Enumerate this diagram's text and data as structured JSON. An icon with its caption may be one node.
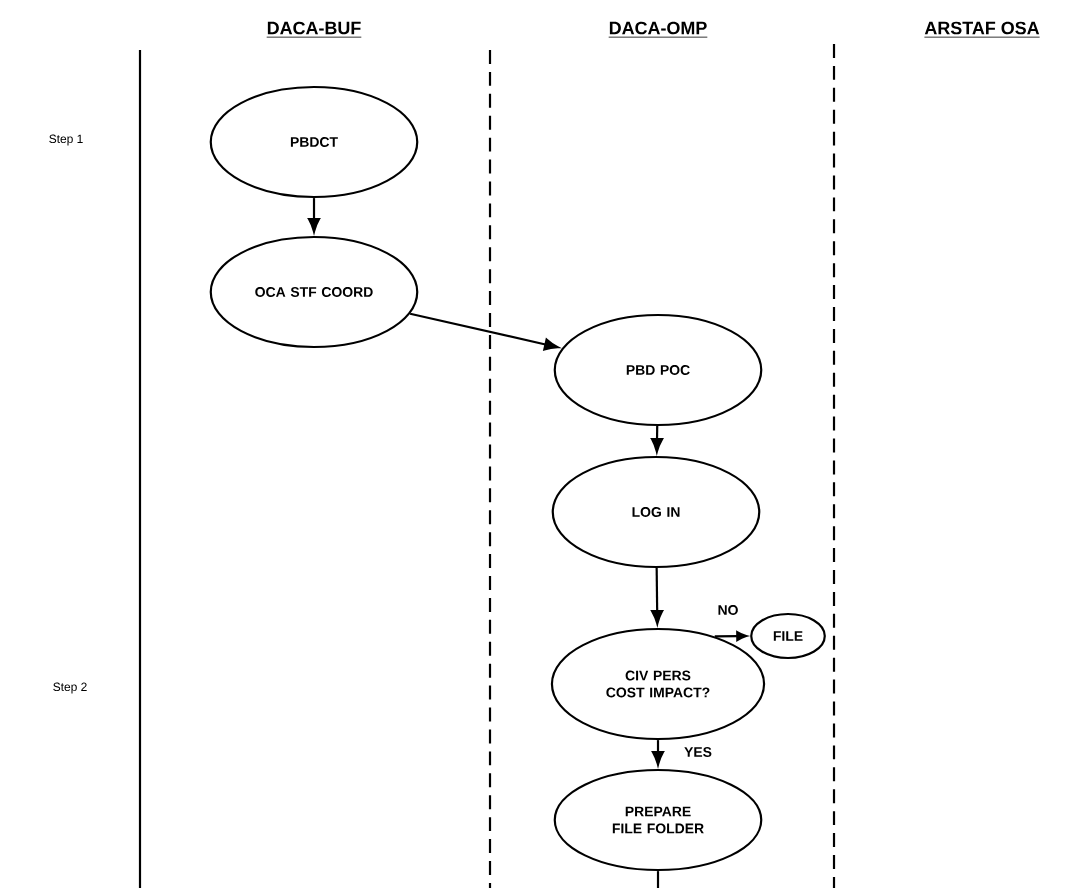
{
  "diagram": {
    "nodes": [
      {
        "text": [
          "PBDCT"
        ]
      },
      {
        "text": [
          "OCA STF COORD"
        ]
      },
      {
        "text": [
          "PBD POC"
        ]
      },
      {
        "text": [
          "LOG IN"
        ]
      },
      {
        "text": [
          "CIV PERS COST IMPACT?"
        ]
      },
      {
        "text": [
          "FILE"
        ]
      },
      {
        "text": [
          "PREPARE FILE FOLDER"
        ]
      }
    ],
    "edges": [
      {
        "from": 0,
        "to": 1,
        "arrow": "to"
      },
      {
        "from": 1,
        "to": 2,
        "arrow": "to"
      },
      {
        "from": 2,
        "to": 3,
        "arrow": "to"
      },
      {
        "from": 3,
        "to": 4,
        "arrow": "to"
      },
      {
        "from": 4,
        "to": 5,
        "arrow": "to",
        "label": "NO"
      },
      {
        "from": 4,
        "to": 6,
        "arrow": "to",
        "label": "YES"
      },
      {
        "from": 6,
        "to": null,
        "arrow": "none"
      }
    ],
    "labels": [
      "DACA-BUF",
      "DACA-OMP",
      "ARSTAF OSA",
      "Step 1",
      "Step 2"
    ]
  }
}
